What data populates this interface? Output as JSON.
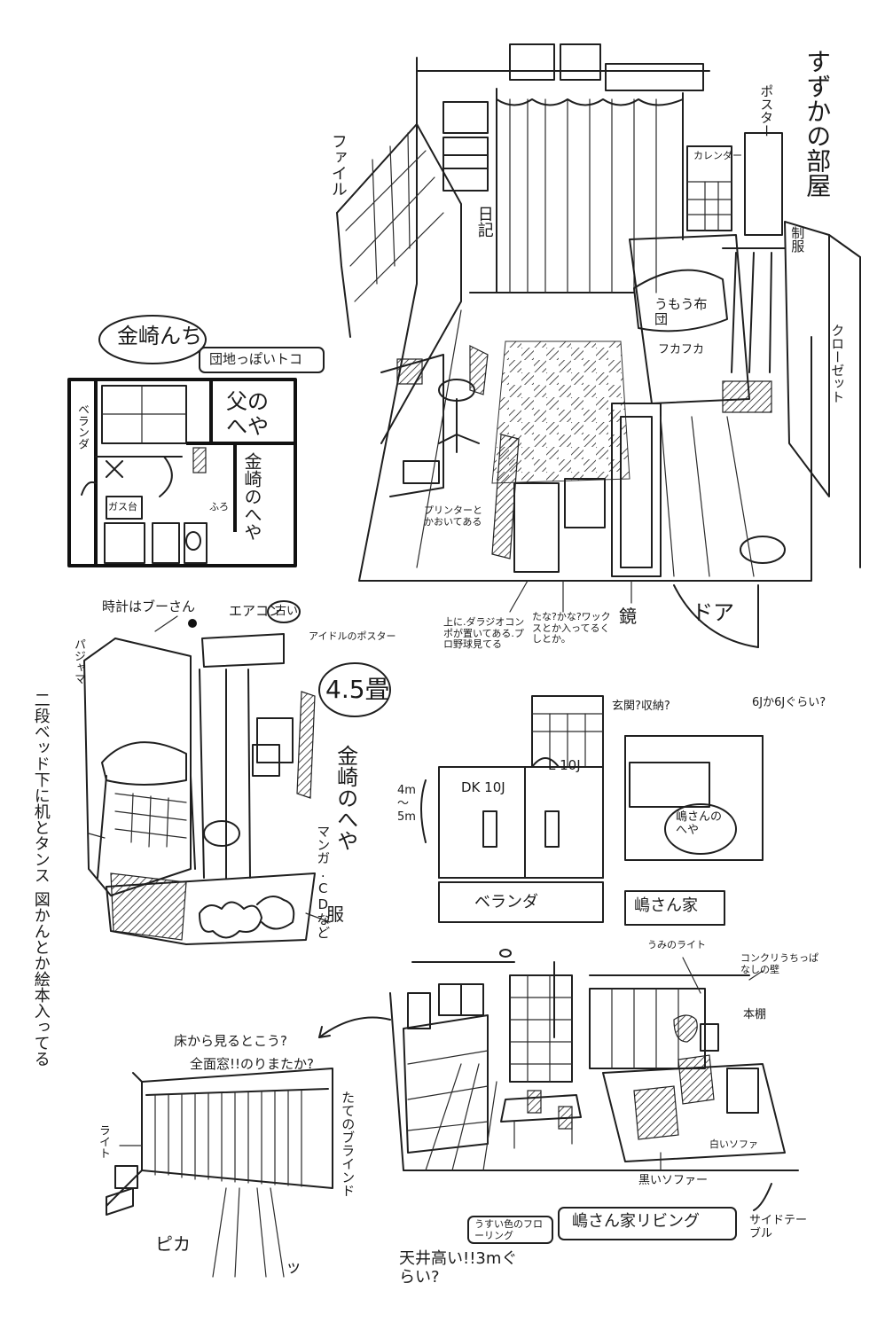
{
  "sketch_1": {
    "title": "すずかの部屋",
    "labels": {
      "poster": "ポスター",
      "calendar": "カレンダー",
      "file": "ファイル",
      "diary": "日記",
      "uniform": "制服",
      "futon": "うもう布団",
      "fluffy": "フカフカ",
      "closet": "クローゼット",
      "printer": "プリンターとかおいてある",
      "radio": "上に.ダラジオコンポが置いてある.プロ野球見てる",
      "shelf": "たな?かな?ワックスとか入ってるくしとか。",
      "mirror": "鏡",
      "door": "ドア"
    }
  },
  "plan_kanezaki": {
    "title": "金崎んち",
    "subtitle": "団地っぽいトコ",
    "father_room": "父のへや",
    "kanezaki_room": "金崎のへや",
    "veranda": "ベランダ",
    "kitchen_label": "ガス台",
    "bath_label": "ふろ"
  },
  "sketch_kanezaki_room": {
    "clock": "時計はブーさん",
    "aircon": "エアコン",
    "aircon_old": "古い",
    "idol_poster": "アイドルのポスター",
    "size": "4.5畳",
    "room": "金崎のへや",
    "pajama": "パジャマ",
    "bunk_bed": "二段ベッド下に机とタンス",
    "books": "図かんとか絵本入ってる",
    "manga_cd": "マンガ.CDなど",
    "clothes": "服"
  },
  "plan_shima": {
    "sizes": "6Jか6Jぐらい?",
    "stairs": "玄関?収納?",
    "rooms": [
      "DK 10J",
      "L 10J"
    ],
    "dimension": "4m～5m",
    "shima_room": "嶋さんのへや",
    "veranda": "ベランダ",
    "title": "嶋さん家"
  },
  "sketch_window": {
    "title": "床から見るとこう?",
    "subtitle": "全面窓!!のりまたか?",
    "blind": "たてのブラインド",
    "light": "ライト",
    "flash_a": "ピカ",
    "flash_b": "ッ"
  },
  "sketch_living": {
    "lights": "うみのライト",
    "concrete_wall": "コンクリうちっぱなしの壁",
    "bookshelf": "本棚",
    "flooring": "うすい色のフローリング",
    "black_sofa": "黒いソファー",
    "white_sofa": "白いソファ",
    "side_table": "サイドテーブル",
    "title": "嶋さん家リビング",
    "ceiling": "天井高い!!3mぐらい?"
  }
}
